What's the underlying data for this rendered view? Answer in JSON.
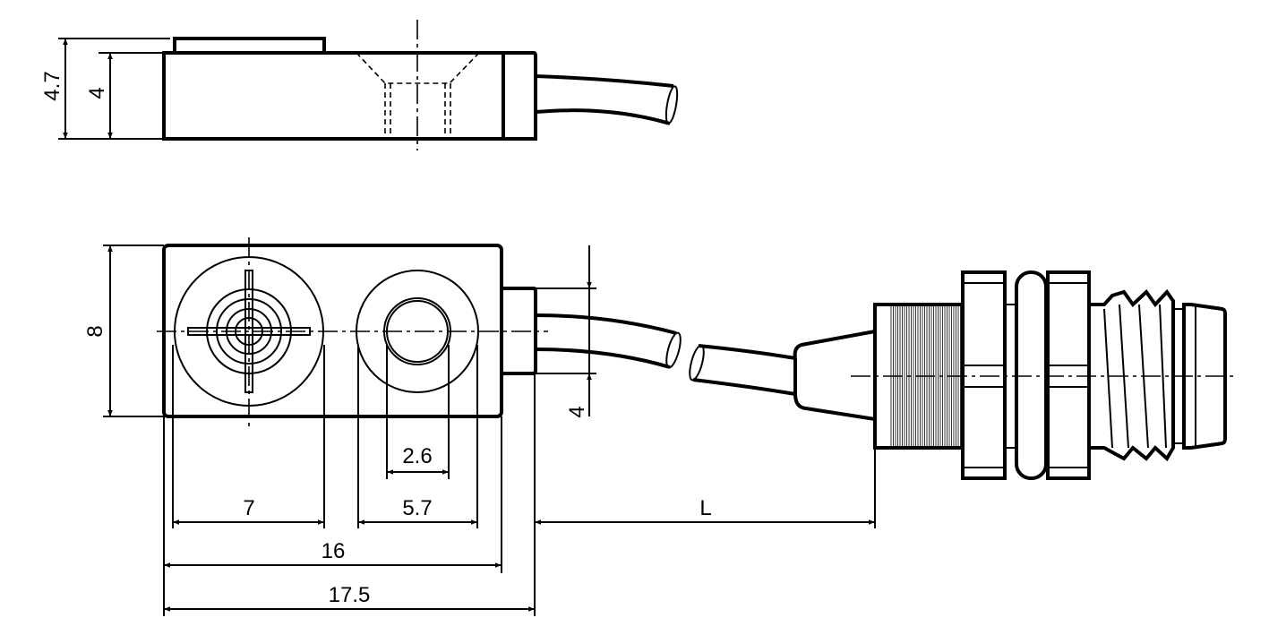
{
  "title": "Sensor dimension drawing",
  "dimensions": {
    "height_total": "4.7",
    "height_body": "4",
    "width_body": "8",
    "cable_diameter": "4",
    "hole_diameter": "2.6",
    "sensor_face_width": "7",
    "hole_counterbore": "5.7",
    "cable_length": "L",
    "body_length": "16",
    "overall_length": "17.5"
  },
  "colors": {
    "line": "#000000",
    "background": "#ffffff"
  }
}
